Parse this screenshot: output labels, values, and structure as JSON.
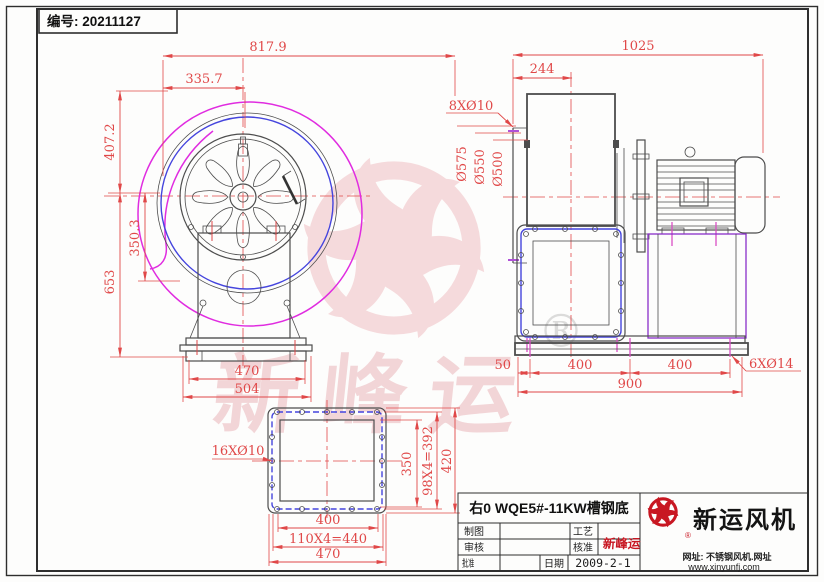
{
  "frame": {
    "doc_number": "编号: 20211127"
  },
  "front_view": {
    "dims": {
      "width_total": "817.9",
      "width_to_center": "335.7",
      "height_above_axis": "407.2",
      "height_mid": "350.3",
      "height_axis": "653",
      "base_inner": "470",
      "base_outer": "504"
    }
  },
  "side_view": {
    "dims": {
      "length_total": "1025",
      "inlet_offset": "244",
      "inlet_holes": "8XØ10",
      "dia_outer": "Ø575",
      "dia_bolt": "Ø550",
      "dia_inner": "Ø500",
      "base_end": "50",
      "base_pitch1": "400",
      "base_pitch2": "400",
      "base_total": "900",
      "base_holes": "6XØ14"
    }
  },
  "flange_view": {
    "dims": {
      "holes": "16XØ10",
      "opening_height": "350",
      "bolt_pitch_v": "98X4=392",
      "outer_height": "420",
      "opening_width": "400",
      "bolt_pitch_h": "110X4=440",
      "outer_width": "470"
    }
  },
  "watermark": {
    "brand": "新峰运",
    "registered": "®"
  },
  "title_block": {
    "title": "右0 WQE5#-11KW槽钢底",
    "fields": {
      "drafter": "制图",
      "checker": "审核",
      "approver": "批准",
      "process": "工艺",
      "standard": "核准",
      "date_label": "日期",
      "date": "2009-2-1"
    },
    "company": "新运风机",
    "brand": "新峰运",
    "registered": "®",
    "website_label": "网址: 不锈钢风机.网址",
    "website": "www.xinyunfj.com"
  }
}
